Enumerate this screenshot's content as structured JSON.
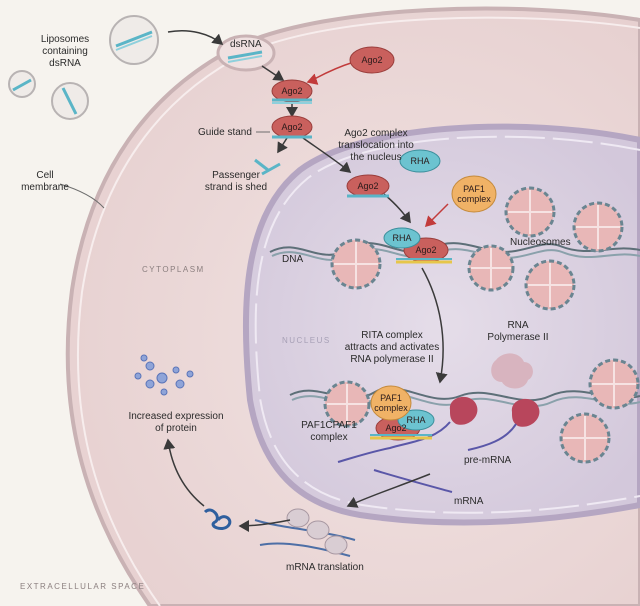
{
  "labels": {
    "liposomes": "Liposomes\ncontaining\ndsRNA",
    "dsrna": "dsRNA",
    "guide_strand": "Guide stand",
    "passenger": "Passenger\nstrand is shed",
    "translocation": "Ago2 complex\ntranslocation into\nthe nucleus",
    "cell_membrane": "Cell\nmembrane",
    "cytoplasm": "CYTOPLASM",
    "dna": "DNA",
    "nucleus": "NUCLEUS",
    "nucleosomes": "Nucleosomes",
    "rita": "RITA complex\nattracts and activates\nRNA polymerase II",
    "rna_pol": "RNA\nPolymerase II",
    "increased_expression": "Increased expression\nof protein",
    "paf1cpaf1": "PAF1CPAF1\ncomplex",
    "pre_mrna": "pre-mRNA",
    "mrna": "mRNA",
    "mrna_translation": "mRNA translation",
    "extracellular": "EXTRACELLULAR SPACE"
  },
  "nodes": {
    "ago2_free": "Ago2",
    "ago2_a": "Ago2",
    "ago2_b": "Ago2",
    "ago2_c": "Ago2",
    "ago2_d": "Ago2",
    "ago2_e": "Ago2",
    "rha_a": "RHA",
    "rha_b": "RHA",
    "rha_c": "RHA",
    "paf1_a": "PAF1\ncomplex",
    "paf1_b": "PAF1\ncomplex"
  },
  "colors": {
    "extracellular": "#f6f3ee",
    "cytoplasm": "#eddcdc",
    "nucleus": "#ddd4e3",
    "ago2": "#c9605d",
    "rha": "#6cc3d0",
    "paf1": "#f0b266",
    "dsrna": "#5ab5c7",
    "arrow": "#3a3a3a",
    "arrow_red": "#c23b3b"
  }
}
